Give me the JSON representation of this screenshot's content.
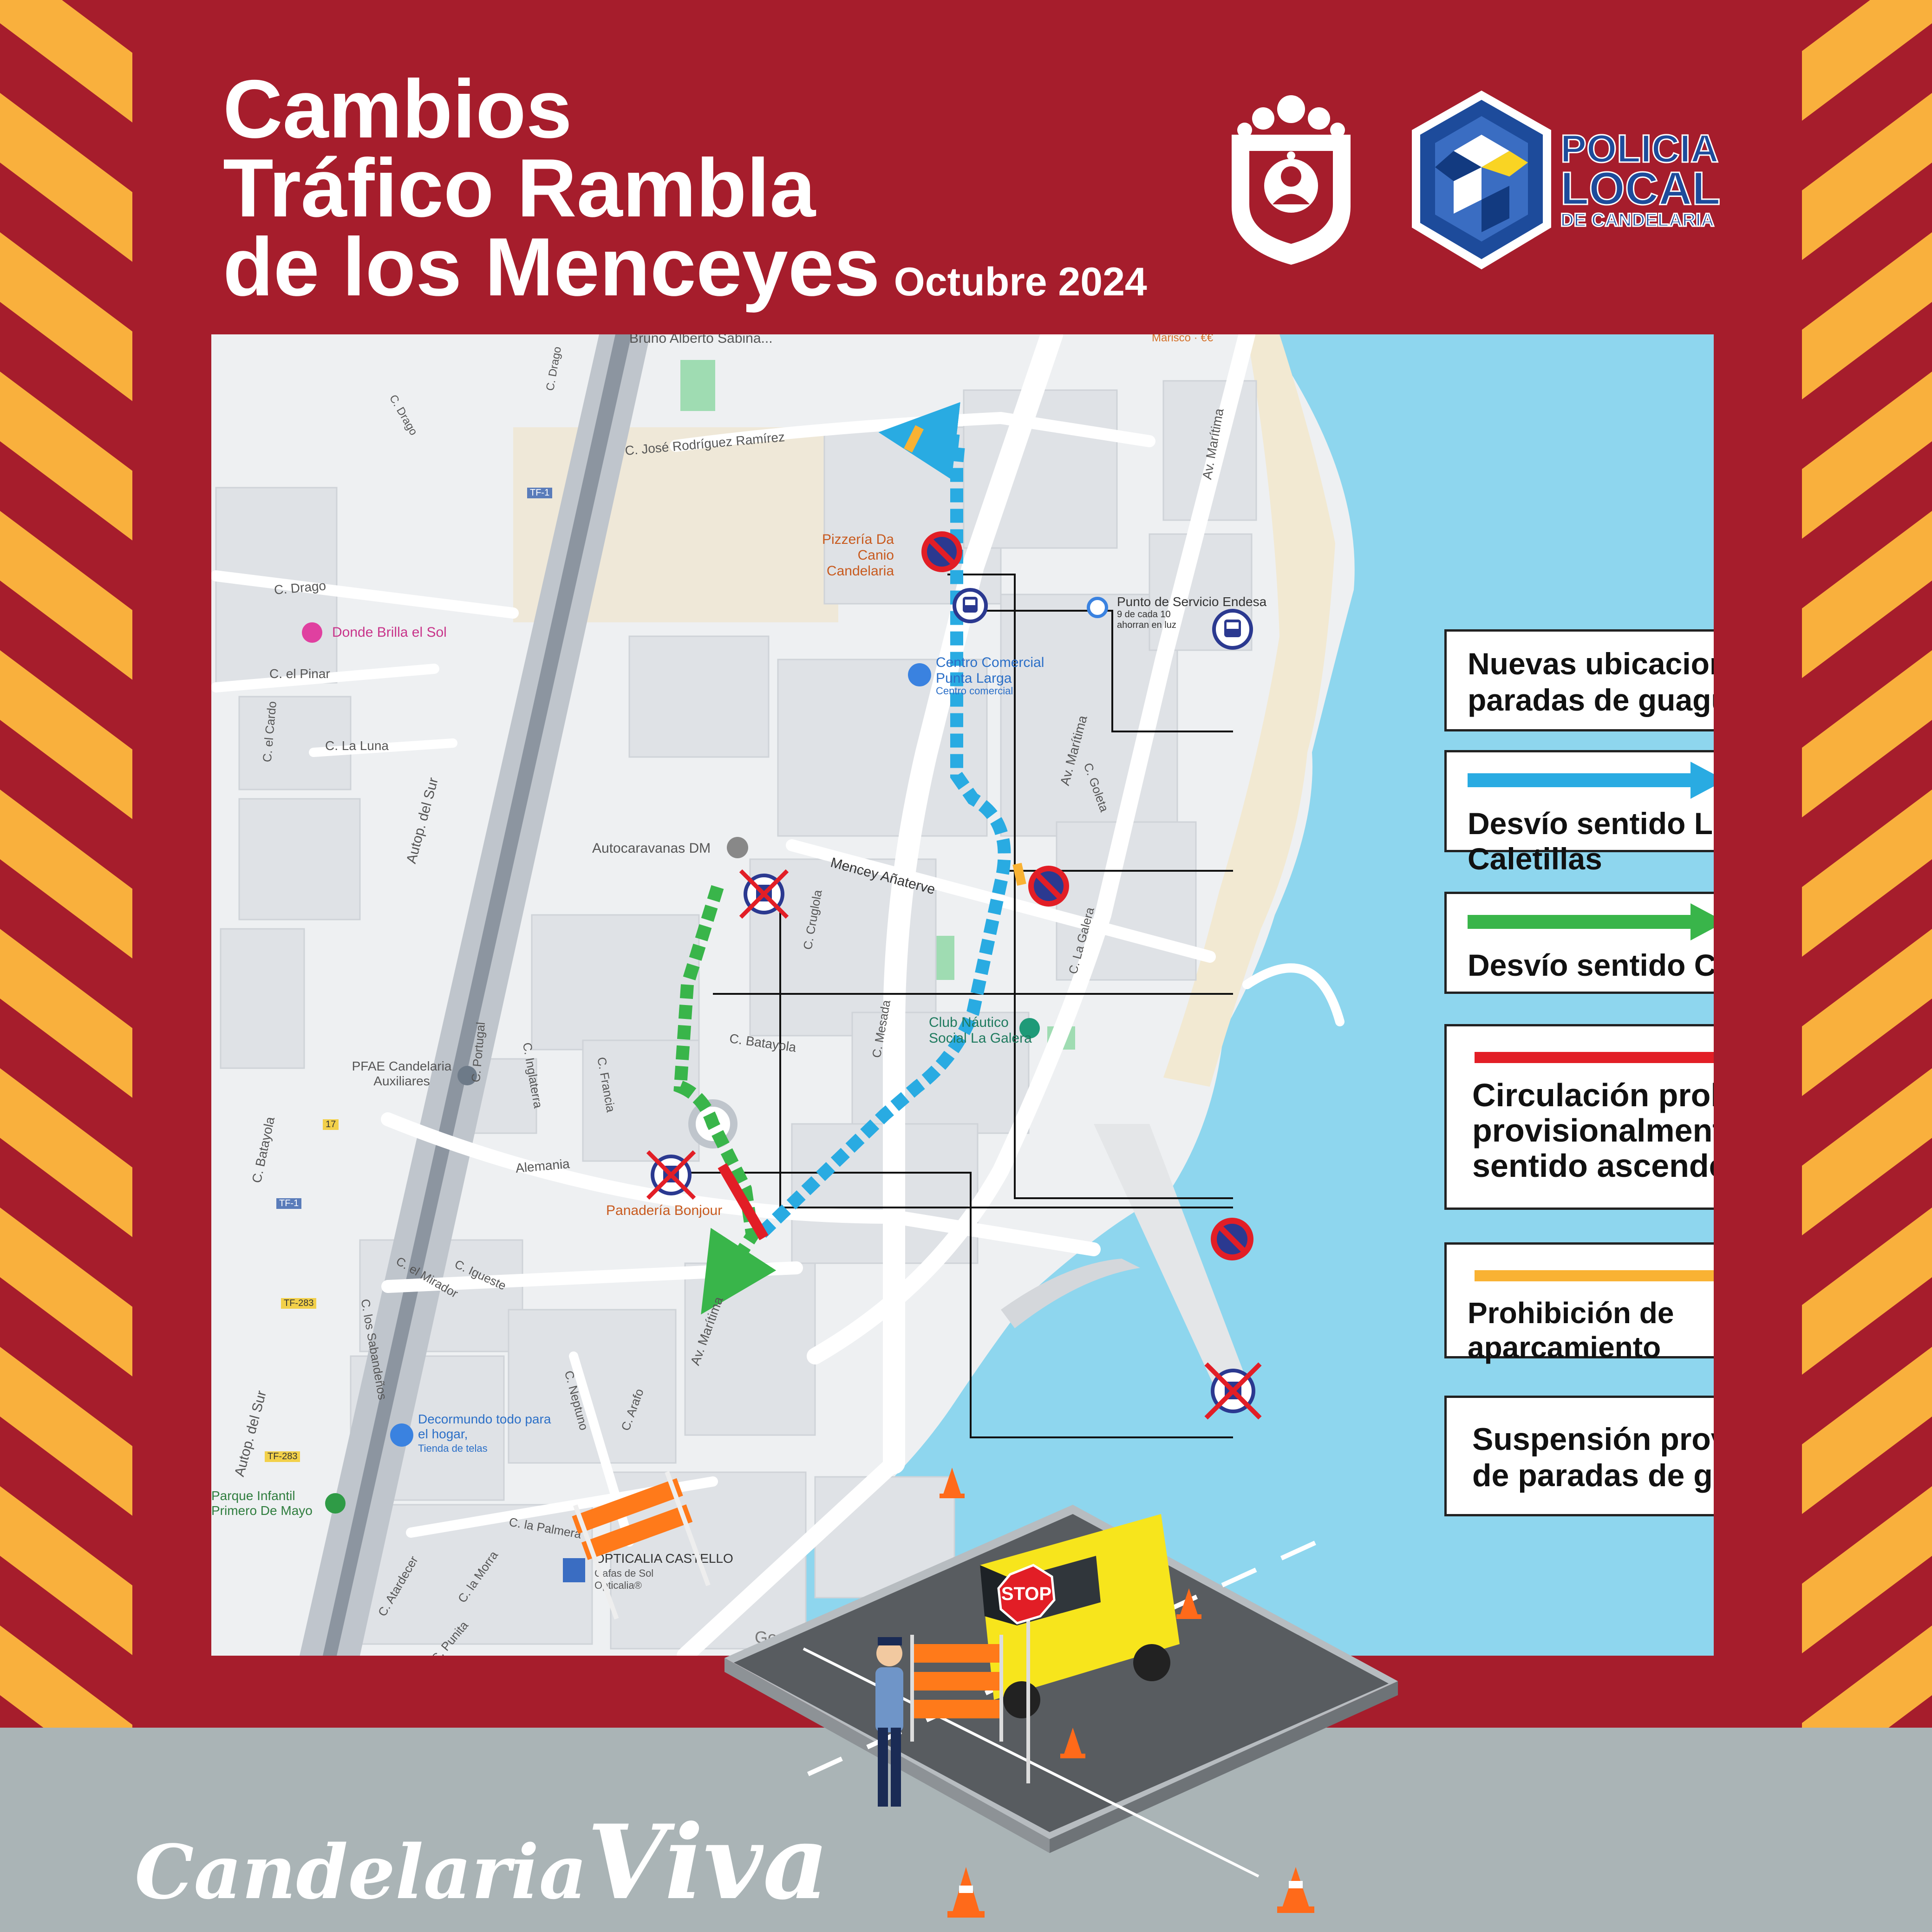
{
  "header": {
    "title_line1": "Cambios",
    "title_line2": "Tráfico Rambla",
    "title_line3": "de los Menceyes",
    "date": "Octubre 2024"
  },
  "logos": {
    "police_line1": "POLICIA",
    "police_line2": "LOCAL",
    "police_line3": "DE CANDELARIA",
    "brand_part1": "Candelaria",
    "brand_part2": "Viva"
  },
  "legend": {
    "new_stops": "Nuevas ubicaciones de paradas de guaguas",
    "detour_caletillas": "Desvío sentido Las Caletillas",
    "detour_candelaria": "Desvío sentido Candelaria",
    "prohibited": "Circulación prohibida provisionalmente en sentido ascendente",
    "no_parking": "Prohibición de aparcamiento",
    "suspension": "Suspensión provisional de paradas de guaguas"
  },
  "map_labels": {
    "bruno": "Bruno Alberto Sabina...",
    "marisco": "Marisco · €€",
    "c_drago_top": "C. Drago",
    "c_drago_2": "C. Drago",
    "c_jose": "C. José Rodríguez Ramírez",
    "tf1_a": "TF-1",
    "tf1_b": "TF-1",
    "pizzeria": "Pizzería Da Canio Candelaria",
    "endesa": "Punto de Servicio Endesa",
    "endesa_sub": "9 de cada 10 ahorran en luz",
    "c_drago": "C. Drago",
    "donde_brilla": "Donde Brilla el Sol",
    "c_el_pinar": "C. el Pinar",
    "c_el_cardo": "C. el Cardo",
    "c_la_luna": "C. La Luna",
    "centro_comercial": "Centro Comercial Punta Larga",
    "centro_sub": "Centro comercial",
    "av_maritima_top": "Av. Marítima",
    "av_maritima_mid": "Av. Marítima",
    "av_maritima_bot": "Av. Marítima",
    "c_goleta": "C. Goleta",
    "autocaravanas": "Autocaravanas DM",
    "autop_sur_a": "Autop. del Sur",
    "autop_sur_b": "Autop. del Sur",
    "mencey": "Mencey Añaterve",
    "c_cruglola": "C. Cruglola",
    "c_la_galera": "C. La Galera",
    "c_portugal": "C. Portugal",
    "c_inglaterra": "C. Inglaterra",
    "c_francia": "C. Francia",
    "c_batayola": "C. Batayola",
    "c_batayola_b": "C. Batayola",
    "c_mesada": "C. Mesada",
    "club_nautico": "Club Náutico Social La Galera",
    "pfae": "PFAE Candelaria Auxiliares",
    "alemania": "Alemania",
    "panaderia": "Panadería Bonjour",
    "tf283_a": "TF-283",
    "tf283_b": "TF-283",
    "c_el_mirador": "C. el Mirador",
    "c_los_sabandenos": "C. los Sabandeños",
    "c_igueste": "C. Igueste",
    "c_neptuno": "C. Neptuno",
    "c_arafo": "C. Arafo",
    "decormundo": "Decormundo todo para el hogar,",
    "decormundo_sub": "Tienda de telas",
    "parque": "Parque Infantil Primero De Mayo",
    "c_la_palmera": "C. la Palmera",
    "c_atardecer": "C. Atardecer",
    "c_la_morra": "C. la Morra",
    "c_punita": "C. Punita",
    "opticalia": "OPTICALIA CASTELLO",
    "opticalia_sub": "Gafas de Sol Opticalia®",
    "google": "Google",
    "stop_sign": "STOP",
    "road_17": "17"
  },
  "colors": {
    "background": "#a61d2c",
    "stripe": "#f9b03d",
    "sea": "#8ed6ee",
    "detour_caletillas": "#29abe2",
    "detour_candelaria": "#39b54a",
    "prohibited": "#e21e26",
    "no_parking": "#f9b233"
  }
}
